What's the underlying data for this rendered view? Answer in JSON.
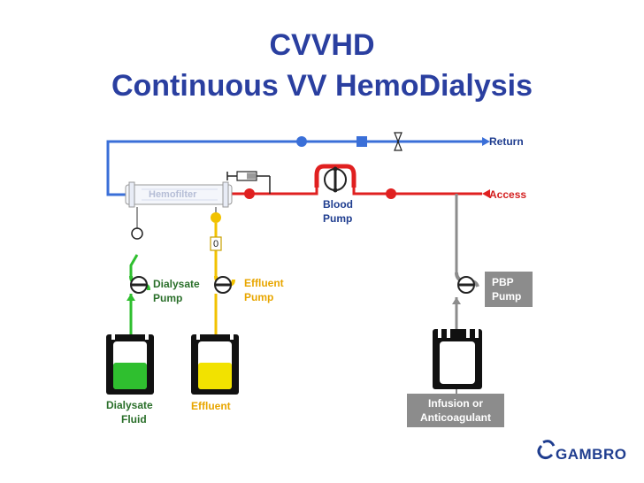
{
  "title": {
    "line1": "CVVHD",
    "line2": "Continuous VV HemoDialysis"
  },
  "labels": {
    "return": "Return",
    "access": "Access",
    "hemofilter": "Hemofilter",
    "blood_pump": [
      "Blood",
      "Pump"
    ],
    "dialysate_pump": [
      "Dialysate",
      "Pump"
    ],
    "effluent_pump": [
      "Effluent",
      "Pump"
    ],
    "pbp_pump": [
      "PBP",
      "Pump"
    ],
    "dialysate_fluid": [
      "Dialysate",
      "Fluid"
    ],
    "effluent_bag": "Effluent",
    "infusion": [
      "Infusion or",
      "Anticoagulant"
    ],
    "pressure_pod": "0"
  },
  "logo": "GAMBRO",
  "colors": {
    "title": "#2a3fa0",
    "venous": "#3a6fd8",
    "arterial": "#e02020",
    "dialysate": "#2fbf2f",
    "effluent": "#f2c200",
    "pbp": "#8c8c8c"
  },
  "icons": [
    "pump-icon",
    "clamp-icon",
    "syringe-icon",
    "bag-icon",
    "air-detector-icon",
    "gambro-logo-icon"
  ]
}
